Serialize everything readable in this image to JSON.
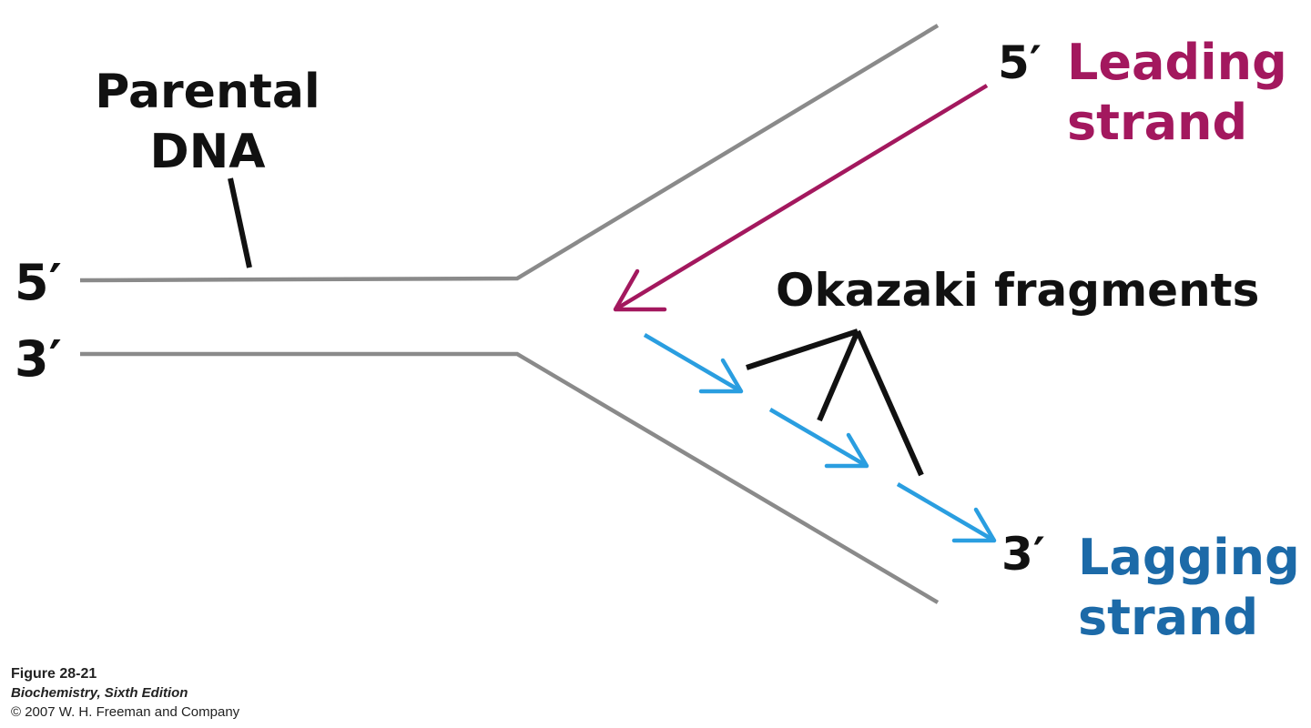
{
  "labels": {
    "parental_line1": "Parental",
    "parental_line2": "DNA",
    "left_top_end": "5′",
    "left_bottom_end": "3′",
    "leading_end": "5′",
    "lagging_end": "3′",
    "leading_line1": "Leading",
    "leading_line2": "strand",
    "okazaki": "Okazaki fragments",
    "lagging_line1": "Lagging",
    "lagging_line2": "strand"
  },
  "caption": {
    "figure": "Figure 28-21",
    "book": "Biochemistry, Sixth Edition",
    "copyright": "© 2007 W. H. Freeman and Company"
  },
  "colors": {
    "parental_strand": "#8a8a8a",
    "leading_strand": "#a3185e",
    "lagging_strand": "#2a9ee0",
    "pointer": "#111111"
  }
}
